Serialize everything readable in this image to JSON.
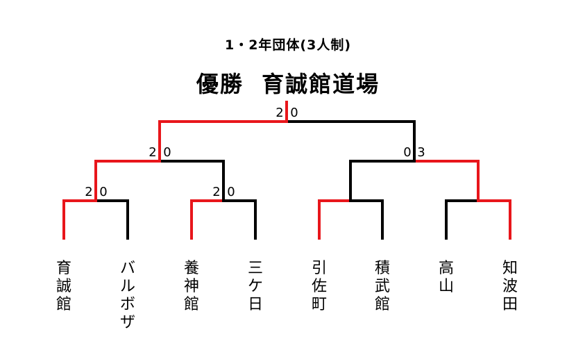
{
  "subtitle": "1・2年団体(3人制)",
  "winner_label": "優勝",
  "winner_team": "育誠館道場",
  "colors": {
    "win": "#e8161b",
    "lose": "#000000"
  },
  "teams": [
    {
      "name": "育誠館"
    },
    {
      "name": "バルボザ"
    },
    {
      "name": "養神館"
    },
    {
      "name": "三ケ日"
    },
    {
      "name": "引佐町"
    },
    {
      "name": "積武館"
    },
    {
      "name": "高山"
    },
    {
      "name": "知波田"
    }
  ],
  "matches": {
    "r1_m1": {
      "left": "2",
      "right": "0",
      "winner": "left"
    },
    "r1_m2": {
      "left": "2",
      "right": "0",
      "winner": "left"
    },
    "r1_m3": {
      "winner": "left"
    },
    "r1_m4": {
      "winner": "right"
    },
    "r2_m1": {
      "left": "2",
      "right": "0",
      "winner": "left"
    },
    "r2_m2": {
      "left": "0",
      "right": "3",
      "winner": "right"
    },
    "final": {
      "left": "2",
      "right": "0",
      "winner": "left"
    }
  }
}
